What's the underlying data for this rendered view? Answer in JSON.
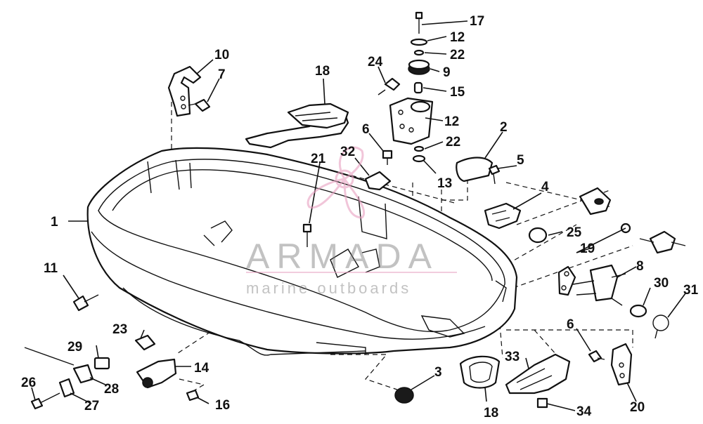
{
  "diagram": {
    "callouts": [
      "1",
      "2",
      "3",
      "4",
      "5",
      "6",
      "6",
      "7",
      "8",
      "9",
      "10",
      "11",
      "12",
      "12",
      "13",
      "14",
      "15",
      "16",
      "17",
      "18",
      "18",
      "19",
      "20",
      "21",
      "22",
      "22",
      "23",
      "24",
      "25",
      "26",
      "27",
      "28",
      "29",
      "30",
      "31",
      "32",
      "33",
      "34"
    ]
  },
  "watermark": {
    "brand": "ARMADA",
    "tagline": "marine outboards",
    "logo_color": "#e8a0c0"
  }
}
